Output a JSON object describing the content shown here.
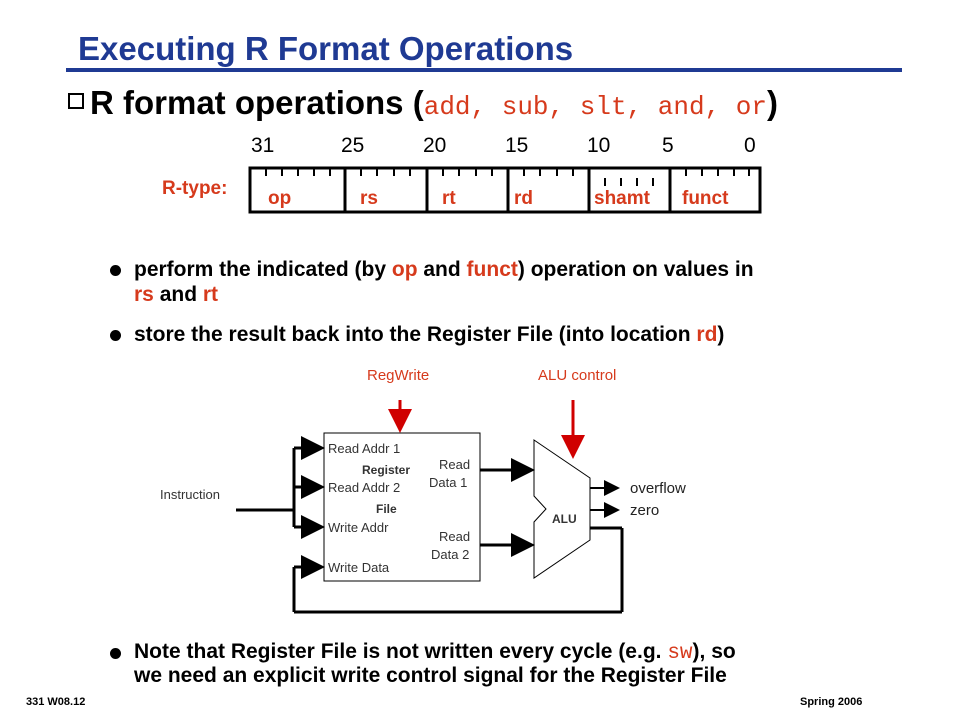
{
  "title": "Executing R Format Operations",
  "subtitle": {
    "text": "R format operations",
    "open": "(",
    "ops": "add, sub, slt, and, or",
    "close": ")"
  },
  "format": {
    "label": "R-type:",
    "bits": [
      "31",
      "25",
      "20",
      "15",
      "10",
      "5",
      "0"
    ],
    "fields": [
      "op",
      "rs",
      "rt",
      "rd",
      "shamt",
      "funct"
    ]
  },
  "bullets": {
    "b1": {
      "a": "perform the indicated (by ",
      "op": "op",
      "b": " and ",
      "funct": "funct",
      "c": ") operation on values in",
      "rs": "rs",
      "d": " and ",
      "rt": "rt"
    },
    "b2": {
      "a": "store the result back into the Register File (into location ",
      "rd": "rd",
      "b": ")"
    },
    "b3": {
      "a": "Note that Register File is not written every cycle (e.g. ",
      "sw": "sw",
      "b": "), so",
      "line2": "we need an explicit write control signal for the Register File"
    }
  },
  "diagram": {
    "regwrite": "RegWrite",
    "alu_control": "ALU control",
    "instruction": "Instruction",
    "read_addr1": "Read Addr 1",
    "read_addr2": "Read Addr 2",
    "write_addr": "Write Addr",
    "write_data": "Write Data",
    "register": "Register",
    "file": "File",
    "read_data1_a": "Read",
    "read_data1_b": "Data 1",
    "read_data2_a": "Read",
    "read_data2_b": "Data 2",
    "alu": "ALU",
    "overflow": "overflow",
    "zero": "zero"
  },
  "footer": {
    "left": "331  W08.12",
    "right": "Spring 2006"
  },
  "colors": {
    "title": "#1f3a93",
    "accent": "#d63a1c"
  }
}
